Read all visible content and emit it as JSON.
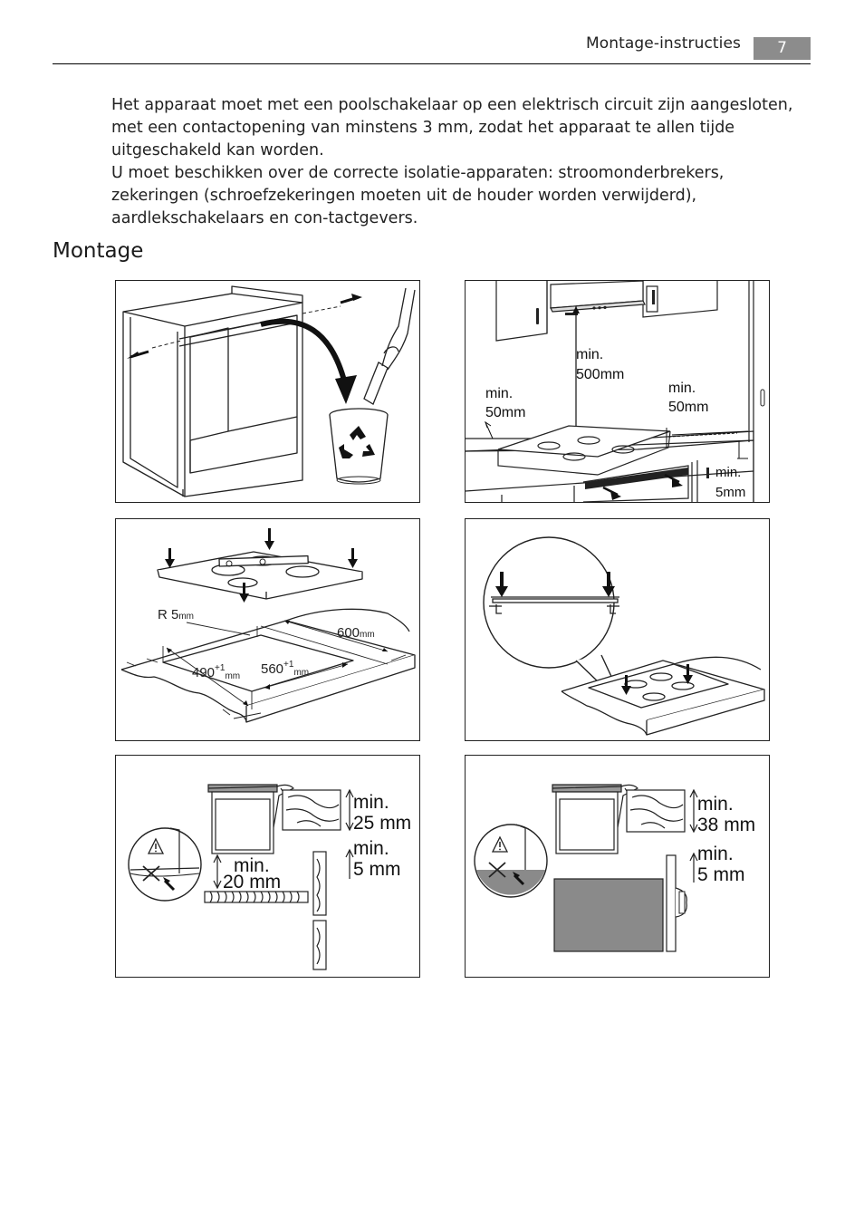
{
  "header": {
    "section_title": "Montage-instructies",
    "page_number": "7"
  },
  "body": {
    "paragraph_1": "Het apparaat moet met een poolschakelaar op een elektrisch circuit zijn aangesloten, met een contactopening van minstens 3 mm, zodat het apparaat te allen tijde uitgeschakeld kan worden.",
    "paragraph_2": "U moet beschikken over de correcte isolatie-apparaten: stroomonderbrekers, zekeringen (schroefzekeringen moeten uit de houder worden verwijderd), aardlekschakelaars en con-tactgevers."
  },
  "section": {
    "title": "Montage"
  },
  "figures": {
    "clearance": {
      "min": "min.",
      "val_500": "500mm",
      "val_50_left": "50mm",
      "val_50_right": "50mm",
      "val_5": "5mm"
    },
    "cutout": {
      "radius": "R 5",
      "radius_unit": "mm",
      "depth": "490",
      "width": "560",
      "tolerance": "+1",
      "unit": "mm",
      "worktop": "600"
    },
    "drawer_25": {
      "line1": "min.",
      "line2": "25 mm",
      "line3": "min.",
      "line4": "5 mm",
      "line5": "min.",
      "line6": "20 mm"
    },
    "oven_38": {
      "line1": "min.",
      "line2": "38 mm",
      "line3": "min.",
      "line4": "5 mm"
    },
    "icons": [
      "recycle-bin-icon",
      "warning-triangle-icon",
      "cross-icon",
      "arrow-icon"
    ]
  }
}
